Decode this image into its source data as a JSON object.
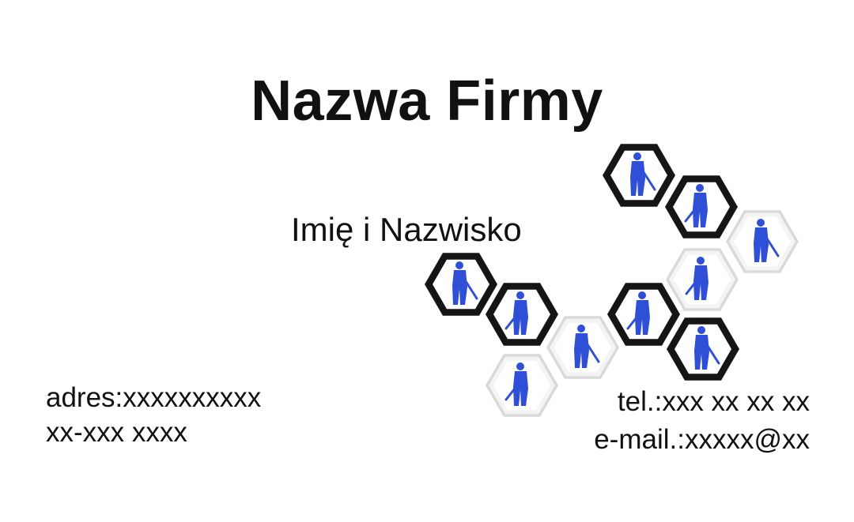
{
  "card": {
    "company_name": "Nazwa Firmy",
    "person_name": "Imię i Nazwisko",
    "address_line1": "adres:xxxxxxxxxx",
    "address_line2": "xx-xxx xxxx",
    "phone": "tel.:xxx xx xx xx",
    "email": "e-mail.:xxxxx@xx"
  },
  "logo": {
    "icon": "hexagon-workers-icon",
    "figure_color": "#2f4fd6",
    "frame_dark": "#151515",
    "frame_light": "#d9d9d9"
  }
}
